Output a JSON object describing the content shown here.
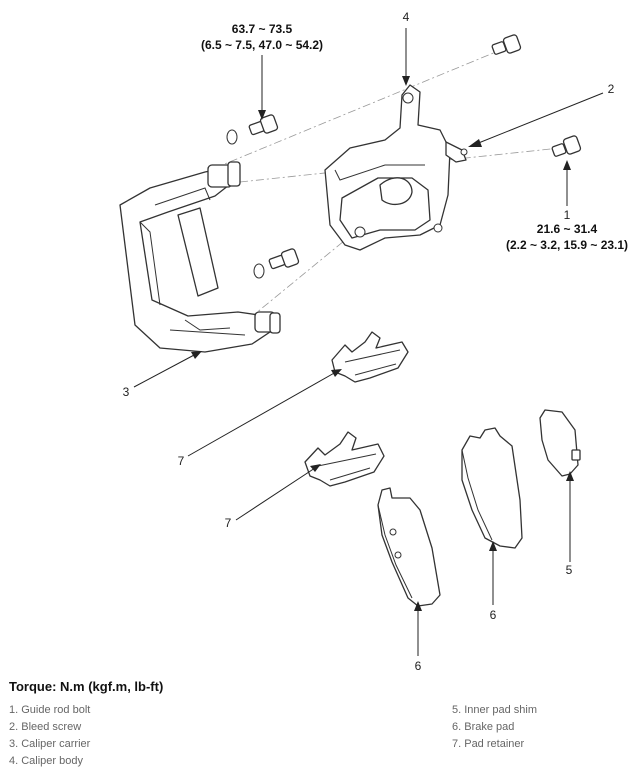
{
  "callouts": {
    "c1": "1",
    "c2": "2",
    "c3": "3",
    "c4": "4",
    "c5": "5",
    "c6a": "6",
    "c6b": "6",
    "c7a": "7",
    "c7b": "7"
  },
  "torque_specs": {
    "guide_bolt_top": {
      "line1": "63.7 ~ 73.5",
      "line2": "(6.5 ~ 7.5, 47.0 ~ 54.2)"
    },
    "guide_bolt_right": {
      "line1": "21.6 ~ 31.4",
      "line2": "(2.2 ~ 3.2, 15.9 ~ 23.1)"
    }
  },
  "torque_heading": "Torque: N.m (kgf.m, lb-ft)",
  "legend": {
    "left": [
      "1. Guide rod bolt",
      "2. Bleed screw",
      "3. Caliper carrier",
      "4. Caliper body"
    ],
    "right": [
      "5. Inner pad shim",
      "6. Brake pad",
      "7. Pad retainer"
    ]
  }
}
